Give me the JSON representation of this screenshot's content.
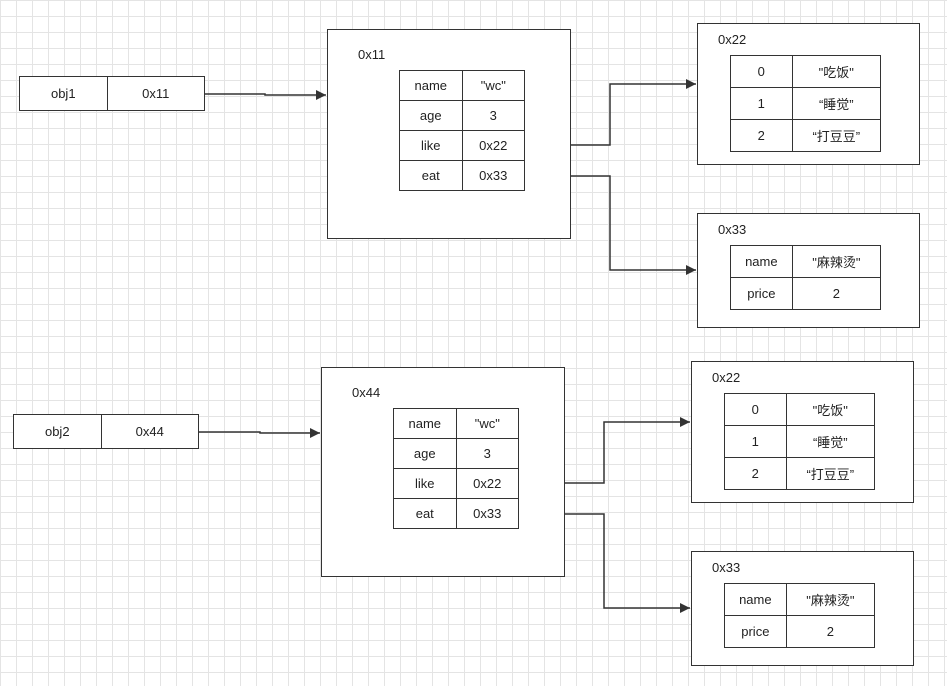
{
  "sections": [
    {
      "variable": {
        "name": "obj1",
        "address": "0x11"
      },
      "object": {
        "address": "0x11",
        "rows": [
          {
            "key": "name",
            "value": "\"wc\""
          },
          {
            "key": "age",
            "value": "3"
          },
          {
            "key": "like",
            "value": "0x22"
          },
          {
            "key": "eat",
            "value": "0x33"
          }
        ]
      },
      "like_array": {
        "address": "0x22",
        "rows": [
          {
            "index": "0",
            "value": "\"吃饭\""
          },
          {
            "index": "1",
            "value": "“睡觉”"
          },
          {
            "index": "2",
            "value": "“打豆豆”"
          }
        ]
      },
      "eat_object": {
        "address": "0x33",
        "rows": [
          {
            "key": "name",
            "value": "\"麻辣烫\""
          },
          {
            "key": "price",
            "value": "2"
          }
        ]
      }
    },
    {
      "variable": {
        "name": "obj2",
        "address": "0x44"
      },
      "object": {
        "address": "0x44",
        "rows": [
          {
            "key": "name",
            "value": "\"wc\""
          },
          {
            "key": "age",
            "value": "3"
          },
          {
            "key": "like",
            "value": "0x22"
          },
          {
            "key": "eat",
            "value": "0x33"
          }
        ]
      },
      "like_array": {
        "address": "0x22",
        "rows": [
          {
            "index": "0",
            "value": "\"吃饭\""
          },
          {
            "index": "1",
            "value": "“睡觉”"
          },
          {
            "index": "2",
            "value": "“打豆豆”"
          }
        ]
      },
      "eat_object": {
        "address": "0x33",
        "rows": [
          {
            "key": "name",
            "value": "\"麻辣烫\""
          },
          {
            "key": "price",
            "value": "2"
          }
        ]
      }
    }
  ]
}
